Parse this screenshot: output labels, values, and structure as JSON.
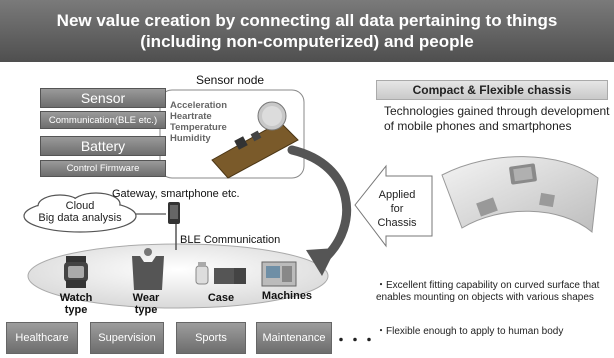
{
  "banner": {
    "line1": "New value creation by connecting all data pertaining to things",
    "line2": "(including non-computerized) and people"
  },
  "sensor_node": {
    "title": "Sensor node",
    "blocks": [
      "Sensor",
      "Communication(BLE etc.)",
      "Battery",
      "Control Firmware"
    ],
    "metrics": [
      "Acceleration",
      "Heartrate",
      "Temperature",
      "Humidity"
    ]
  },
  "gateway": {
    "label": "Gateway, smartphone etc.",
    "ble": "BLE Communication"
  },
  "cloud": {
    "line1": "Cloud",
    "line2": "Big data analysis"
  },
  "devices": [
    {
      "line1": "Watch",
      "line2": "type"
    },
    {
      "line1": "Wear",
      "line2": "type"
    },
    {
      "line1": "Case",
      "line2": ""
    },
    {
      "line1": "Machines",
      "line2": ""
    }
  ],
  "applications": [
    "Healthcare",
    "Supervision",
    "Sports",
    "Maintenance"
  ],
  "ellipsis": "・・・",
  "applied": {
    "line1": "Applied",
    "line2": "for",
    "line3": "Chassis"
  },
  "chassis": {
    "title": "Compact & Flexible chassis",
    "description": "Technologies gained through development of mobile phones and smartphones",
    "bullet1": "・Excellent fitting capability on curved surface that enables mounting on objects with various shapes",
    "bullet2": "・Flexible enough to apply to human body"
  }
}
